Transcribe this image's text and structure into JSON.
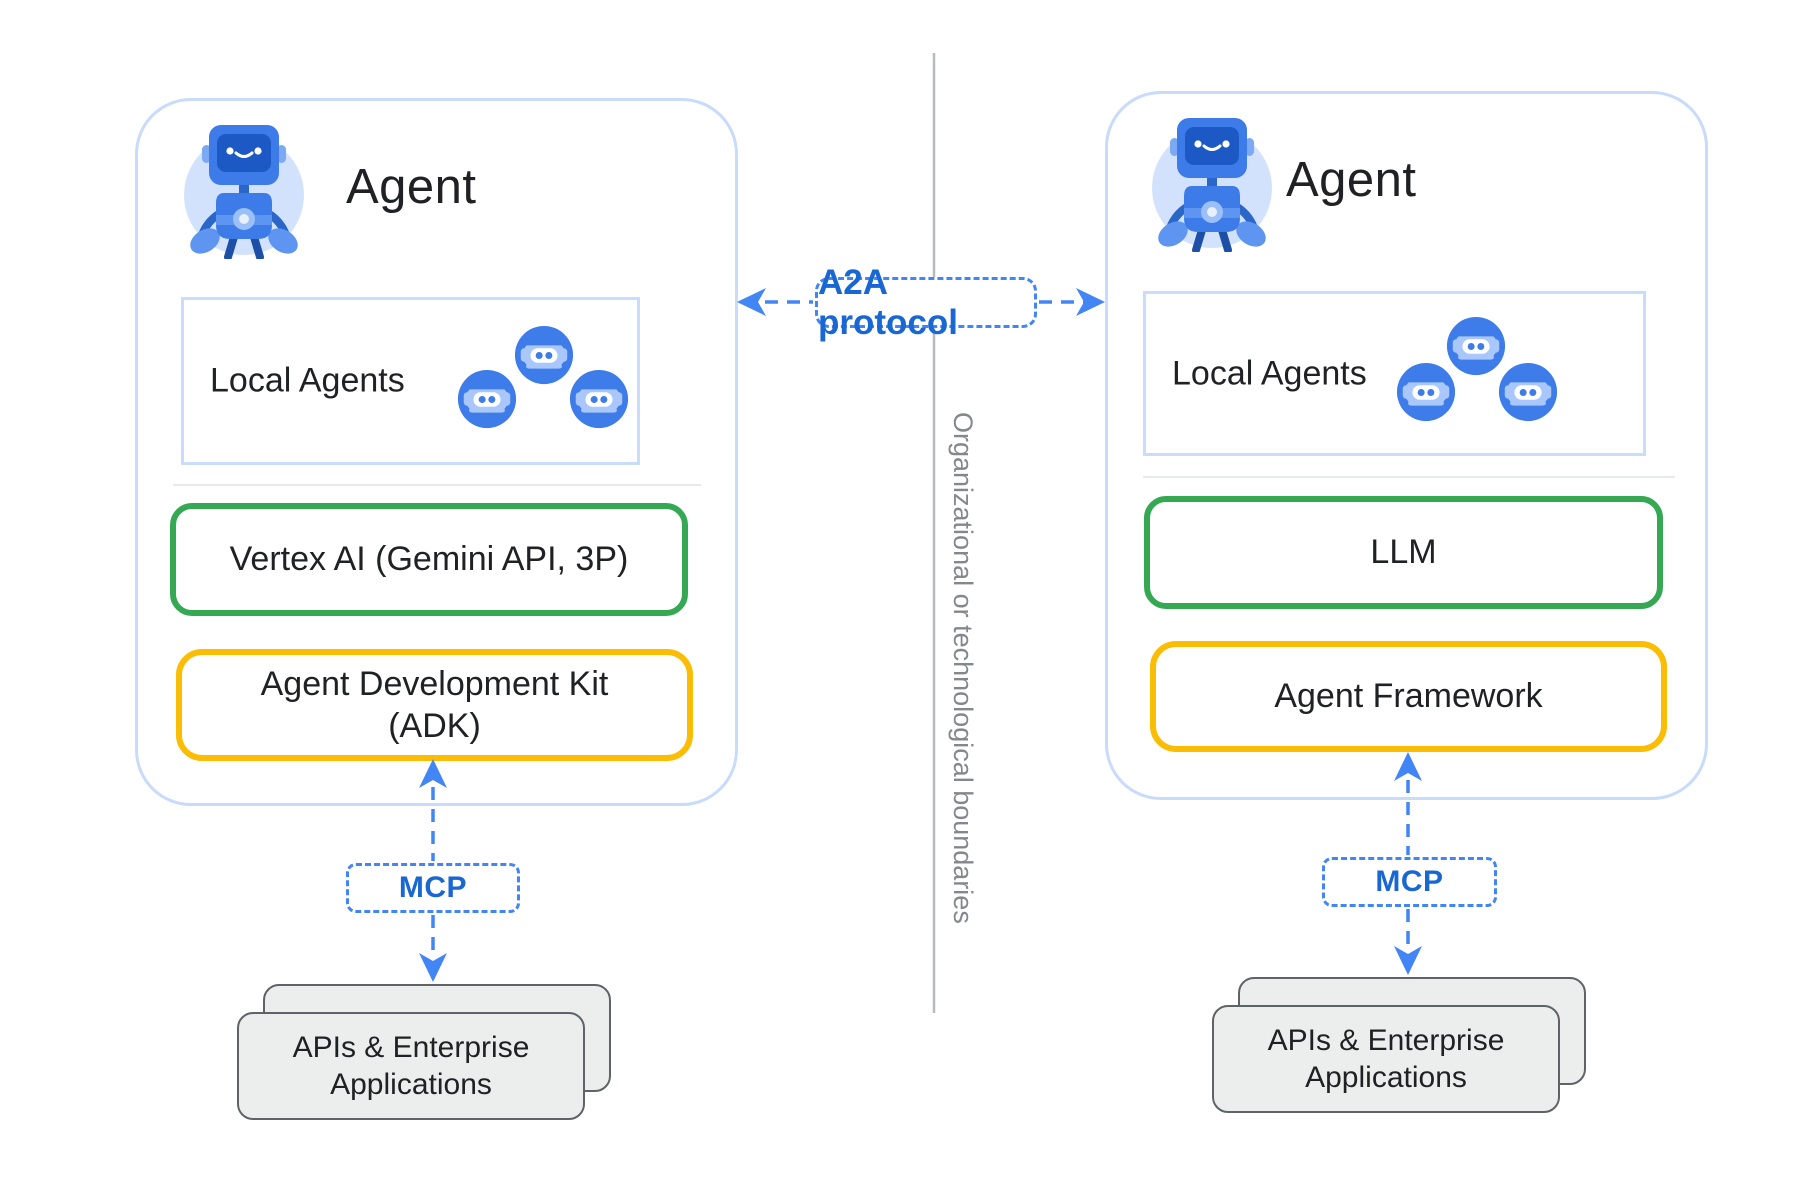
{
  "colors": {
    "accent_blue": "#4285F4",
    "label_blue": "#1967D2",
    "green_border": "#34A853",
    "yellow_border": "#FBBC04",
    "container_border": "#C8DBFB",
    "panel_border": "#C9DCFB",
    "divider_gray": "#E8EAED",
    "boundary_line_gray": "#B7BBBF",
    "boundary_text_gray": "#84888C",
    "card_fill": "#EBEEED",
    "card_border": "#5F6368",
    "text_ink": "#202124",
    "avatar_bg": "#D3E2FC",
    "robot_blue": "#3D7CE8",
    "robot_dark_blue": "#2B66C9",
    "robot_light_blue": "#A9C7FA"
  },
  "a2a": {
    "label": "A2A protocol"
  },
  "boundary": {
    "label": "Organizational or technological boundaries"
  },
  "agents": [
    {
      "title": "Agent",
      "avatar_icon": "robot-avatar-icon",
      "local_agents": {
        "label": "Local Agents",
        "chip_icon": "agent-chip-icon",
        "chip_count": 3
      },
      "model_label": "Vertex AI (Gemini API, 3P)",
      "framework_label": "Agent Development Kit (ADK)",
      "mcp_label": "MCP",
      "apps_label": "APIs & Enterprise Applications"
    },
    {
      "title": "Agent",
      "avatar_icon": "robot-avatar-icon",
      "local_agents": {
        "label": "Local Agents",
        "chip_icon": "agent-chip-icon",
        "chip_count": 3
      },
      "model_label": "LLM",
      "framework_label": "Agent Framework",
      "mcp_label": "MCP",
      "apps_label": "APIs & Enterprise Applications"
    }
  ]
}
